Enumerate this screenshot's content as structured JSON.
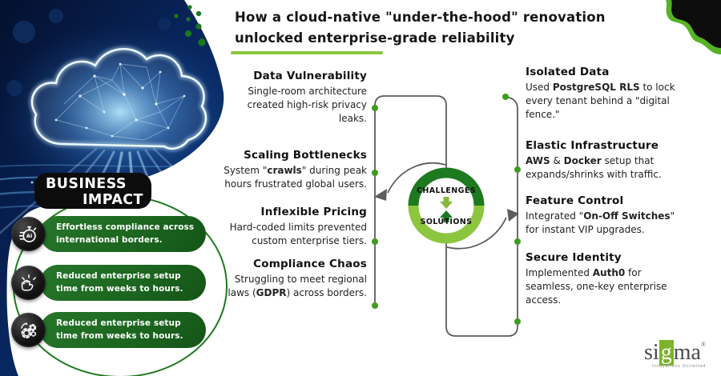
{
  "title": {
    "line1": "How a cloud-native \"under-the-hood\" renovation",
    "line2": "unlocked enterprise-grade reliability"
  },
  "diagram": {
    "top_label": "CHALLENGES",
    "bottom_label": "SOLUTIONS"
  },
  "challenges": [
    {
      "title": "Data Vulnerability",
      "body": [
        {
          "t": "Single-room architecture created high-risk privacy leaks."
        }
      ]
    },
    {
      "title": "Scaling Bottlenecks",
      "body": [
        {
          "t": "System \""
        },
        {
          "t": "crawls",
          "b": true
        },
        {
          "t": "\" during peak hours frustrated global users."
        }
      ]
    },
    {
      "title": "Inflexible Pricing",
      "body": [
        {
          "t": "Hard-coded limits prevented custom enterprise tiers."
        }
      ]
    },
    {
      "title": "Compliance Chaos",
      "body": [
        {
          "t": "Struggling to meet regional laws ("
        },
        {
          "t": "GDPR",
          "b": true
        },
        {
          "t": ") across borders."
        }
      ]
    }
  ],
  "solutions": [
    {
      "title": "Isolated Data",
      "body": [
        {
          "t": "Used "
        },
        {
          "t": "PostgreSQL RLS",
          "b": true
        },
        {
          "t": " to lock every tenant behind a \"digital fence.\""
        }
      ]
    },
    {
      "title": "Elastic Infrastructure",
      "body": [
        {
          "t": "AWS",
          "b": true
        },
        {
          "t": " & "
        },
        {
          "t": "Docker",
          "b": true
        },
        {
          "t": " setup that expands/shrinks with traffic."
        }
      ]
    },
    {
      "title": "Feature Control",
      "body": [
        {
          "t": "Integrated \""
        },
        {
          "t": "On-Off Switches",
          "b": true
        },
        {
          "t": "\" for instant VIP upgrades."
        }
      ]
    },
    {
      "title": "Secure Identity",
      "body": [
        {
          "t": "Implemented "
        },
        {
          "t": "Auth0",
          "b": true
        },
        {
          "t": " for seamless, one-key enterprise access."
        }
      ]
    }
  ],
  "impact": {
    "label_line1": "BUSINESS",
    "label_line2": "IMPACT",
    "badges": [
      {
        "icon": "ai-stopwatch-icon",
        "text_line1": "Effortless compliance across",
        "text_line2": "international borders."
      },
      {
        "icon": "fist-celebration-icon",
        "text_line1": "Reduced enterprise setup",
        "text_line2": "time from weeks to hours."
      },
      {
        "icon": "gears-icon",
        "text_line1": "Reduced enterprise setup",
        "text_line2": "time from weeks to hours."
      }
    ]
  },
  "logo": {
    "part1": "si",
    "part2": "g",
    "part3": "ma",
    "registered": "®",
    "tagline": "Innovations Unlimited"
  },
  "colors": {
    "dark_green": "#1d7a1f",
    "light_green": "#8CC63F",
    "badge_green": "#1c6620",
    "line_gray": "#5c5c5c",
    "navy": "#08255c"
  }
}
